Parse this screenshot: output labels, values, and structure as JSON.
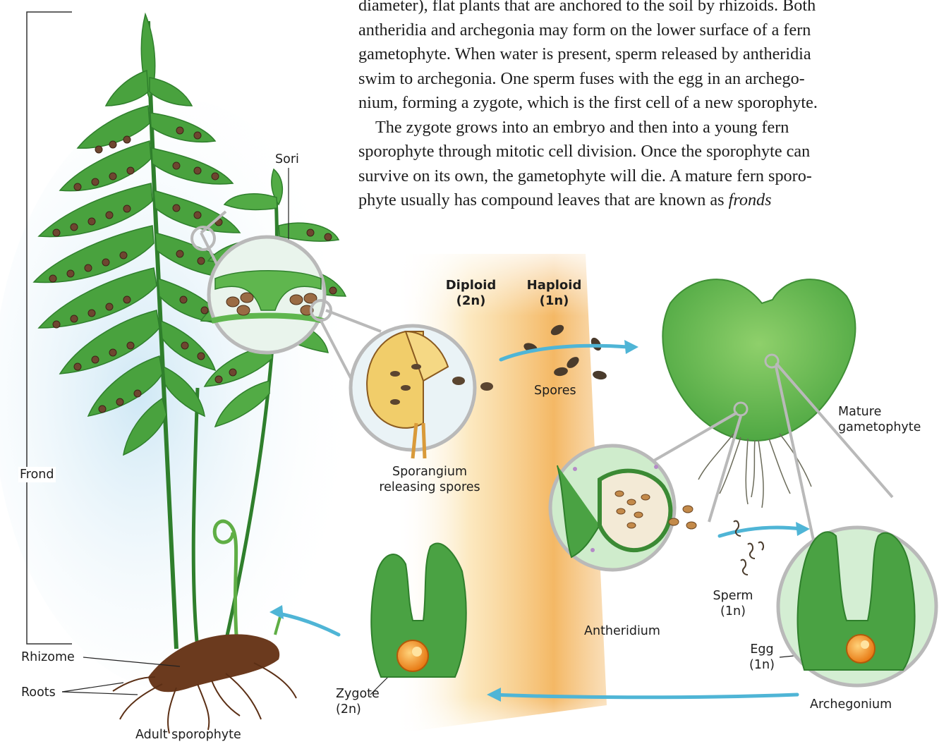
{
  "paragraph": {
    "line1": "diameter), flat plants that are anchored to the soil by rhizoids. Both",
    "line2": "antheridia and archegonia may form on the lower surface of a fern",
    "line3": "gametophyte. When water is present, sperm released by antheridia",
    "line4": "swim to archegonia. One sperm fuses with the egg in an archego-",
    "line5": "nium, forming a zygote, which is the first cell of a new sporophyte.",
    "line6": "The zygote grows into an embryo and then into a young fern",
    "line7": "sporophyte through mitotic cell division. Once the sporophyte can",
    "line8": "survive on its own, the gametophyte will die. A mature fern sporo-",
    "line9_start": "phyte usually has compound leaves that are known as",
    "line9_italic": "fronds"
  },
  "labels": {
    "frond": "Frond",
    "sori": "Sori",
    "rhizome": "Rhizome",
    "roots": "Roots",
    "adult_sporophyte": "Adult sporophyte",
    "diploid": "Diploid",
    "diploid_ploidy": "(2n)",
    "haploid": "Haploid",
    "haploid_ploidy": "(1n)",
    "spores": "Spores",
    "sporangium_line1": "Sporangium",
    "sporangium_line2": "releasing spores",
    "mature_gametophyte_line1": "Mature",
    "mature_gametophyte_line2": "gametophyte",
    "antheridium": "Antheridium",
    "sperm": "Sperm",
    "sperm_ploidy": "(1n)",
    "egg": "Egg",
    "egg_ploidy": "(1n)",
    "archegonium": "Archegonium",
    "zygote": "Zygote",
    "zygote_ploidy": "(2n)"
  },
  "colors": {
    "frond_green": "#3f9a3a",
    "frond_light": "#7cc45a",
    "sorus_brown": "#6e4630",
    "rhizome_brown": "#6b3a1e",
    "diploid_band": "#f6c272",
    "arrow_blue": "#4fb5d6",
    "magnifier_ring": "#b9b9b9",
    "egg_orange": "#f08a1c"
  }
}
